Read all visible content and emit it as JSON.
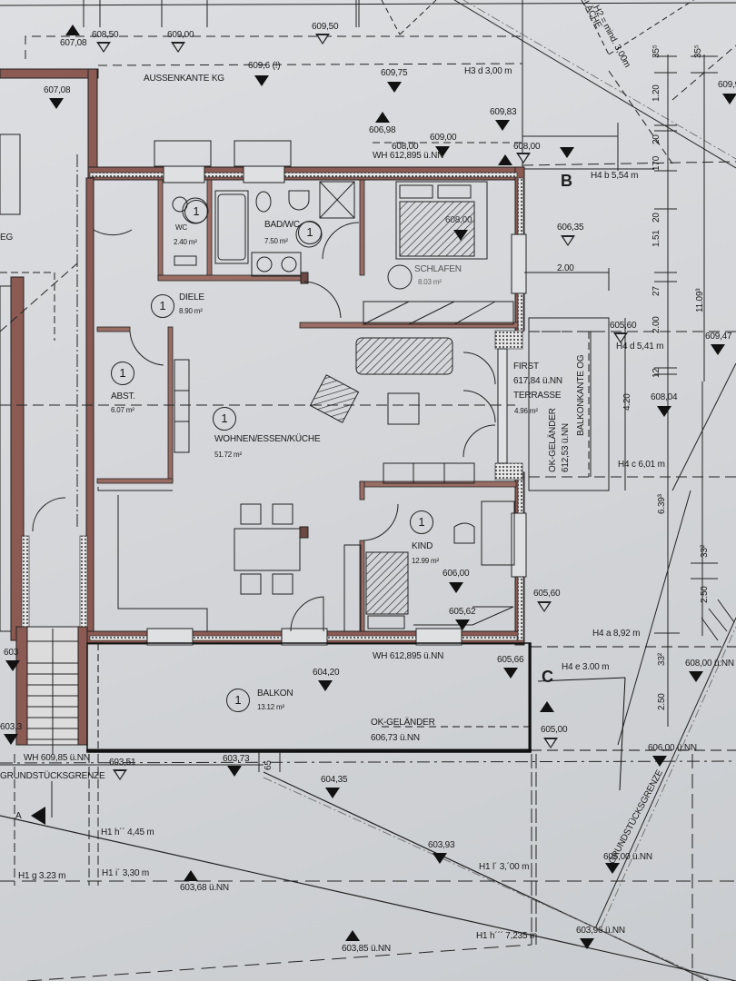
{
  "drawing": {
    "type": "floor plan (Grundriss OG)",
    "background_color": "#d6d8db",
    "wall_color": "#8b5a52",
    "line_color": "#1a1a1a"
  },
  "rooms": [
    {
      "number": "1",
      "name": "WC",
      "area": "2.40 m²"
    },
    {
      "number": "1",
      "name": "BAD/WC",
      "area": "7.50 m²"
    },
    {
      "number": "1",
      "name": "DIELE",
      "area": "8.90 m²"
    },
    {
      "number": "1",
      "name": "SCHLAFEN",
      "area": "8.03 m²"
    },
    {
      "number": "1",
      "name": "ABST.",
      "area": "6.07 m²"
    },
    {
      "number": "1",
      "name": "WOHNEN/ESSEN/KÜCHE",
      "area": "51.72 m²"
    },
    {
      "number": "1",
      "name": "KIND",
      "area": "12.99 m²"
    },
    {
      "number": "1",
      "name": "BALKON",
      "area": "13.12 m²"
    }
  ],
  "terrace": {
    "first_label": "FIRST",
    "first_value": "617,84 ü.NN",
    "name": "TERRASSE",
    "area": "4.96 m²",
    "railing_label": "OK-GELÄNDER",
    "railing_value": "612,53 ü.NN",
    "edge_label": "BALKONKANTE OG"
  },
  "labels": {
    "aussenkante": "AUSSENKANTE KG",
    "eg": "EG",
    "wh_top": "WH 612,895 ü.NN",
    "wh_bottom": "WH 612,895 ü.NN",
    "wh_stair": "WH 609,85 ü.NN",
    "ok_gelaender": "OK-GELÄNDER",
    "ok_gelaender_value": "606,73 ü.NN",
    "grenze_left": "GRUNDSTÜCKSGRENZE",
    "grenze_right": "GRUNDSTÜCKSGRENZE",
    "abstand_top": "H2 = mind. 3,00m",
    "flaeche_top": "FLÄCHE",
    "section_b": "B",
    "section_c": "C",
    "section_a": "A"
  },
  "heights": {
    "h3d": "H3 d 3,00 m",
    "h4b": "H4 b 5,54 m",
    "h4d": "H4 d 5,41 m",
    "h4c": "H4 c 6,01 m",
    "h4a": "H4 a 8,92 m",
    "h4e": "H4 e 3.00 m",
    "h1h2": "H1 h´´ 4,45 m",
    "h1g": "H1 g 3.23 m",
    "h1i": "H1 i´ 3,30 m",
    "h1l": "H1 l´ 3,´00 m",
    "h1h3": "H1 h´´´ 7,235 m"
  },
  "elevations": [
    "607,08",
    "608,50",
    "609,00",
    "609,50",
    "609,6 (!)",
    "609,75",
    "607,08",
    "606,98",
    "609,83",
    "609,00",
    "608,00",
    "608,00",
    "608,00",
    "606,35",
    "605,60",
    "609,47",
    "608,04",
    "606,00",
    "605,62",
    "605,60",
    "605,66",
    "604,20",
    "605,00",
    "603,51",
    "603,73",
    "604,35",
    "603,93",
    "603,68 ü.NN",
    "603,85 ü.NN",
    "606,00 ü.NN",
    "605,00 ü.NN",
    "603,96 ü.NN",
    "608,00 ü.NN",
    "609,9",
    "603",
    "603,3"
  ],
  "dimensions": {
    "d200": "2.00",
    "d65": "65",
    "right_col": [
      "35⁵",
      "1.20",
      "20",
      "170",
      "20",
      "1.51",
      "27",
      "2.00",
      "12",
      "4.20",
      "6.39³",
      "33²",
      "2.50"
    ],
    "far_right": [
      "35⁵",
      "11.09³",
      "33²",
      "2.50"
    ]
  }
}
